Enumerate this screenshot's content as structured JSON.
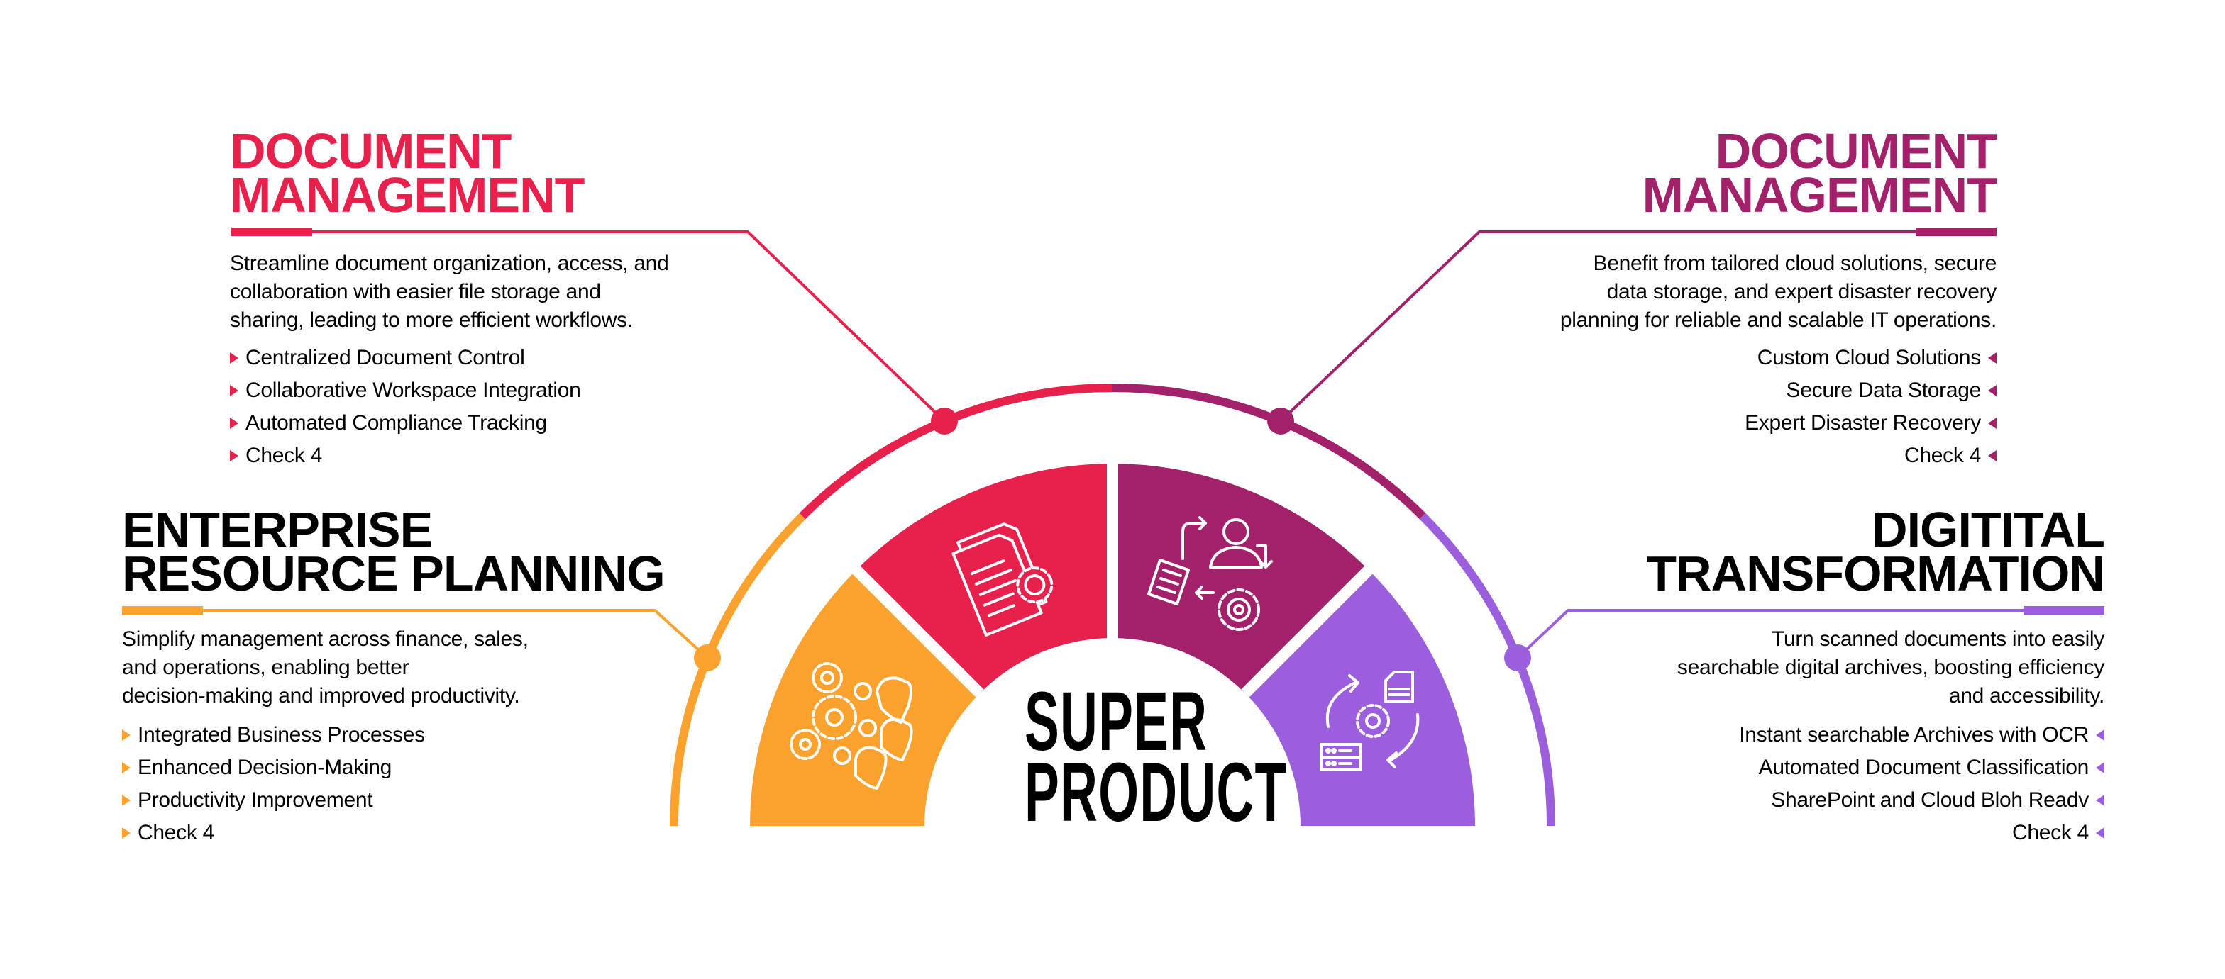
{
  "colors": {
    "orange": "#FBA12E",
    "red": "#E8204C",
    "magenta": "#A3216B",
    "purple": "#9B5FDD",
    "text": "#000000",
    "background": "#FFFFFF"
  },
  "center": {
    "line1": "SUPER",
    "line2": "PRODUCT"
  },
  "sections": {
    "document_management_left": {
      "heading_line1": "DOCUMENT",
      "heading_line2": "MANAGEMENT",
      "color": "#E8204C",
      "icon": "document-gear-icon",
      "description": [
        "Streamline document organization, access, and",
        "collaboration with easier file storage and",
        "sharing, leading to more efficient workflows."
      ],
      "items": [
        "Centralized Document Control",
        "Collaborative Workspace Integration",
        "Automated Compliance Tracking",
        "Check 4"
      ]
    },
    "document_management_right": {
      "heading_line1": "DOCUMENT",
      "heading_line2": "MANAGEMENT",
      "color": "#A3216B",
      "icon": "user-workflow-gear-icon",
      "description": [
        "Benefit from tailored cloud solutions, secure",
        "data storage, and expert disaster recovery",
        "planning for reliable and scalable IT operations."
      ],
      "items": [
        "Custom Cloud Solutions",
        "Secure Data Storage",
        "Expert Disaster Recovery",
        "Check 4"
      ]
    },
    "erp": {
      "heading_line1": "ENTERPRISE",
      "heading_line2": "RESOURCE PLANNING",
      "color": "#FBA12E",
      "icon": "gears-team-icon",
      "description": [
        "Simplify management across finance, sales,",
        "and operations, enabling better",
        "decision-making and improved productivity."
      ],
      "items": [
        "Integrated Business Processes",
        "Enhanced Decision-Making",
        "Productivity Improvement",
        "Check 4"
      ]
    },
    "digital_transformation": {
      "heading_line1": "DIGITITAL",
      "heading_line2": "TRANSFORMATION",
      "color": "#9B5FDD",
      "icon": "cycle-document-server-icon",
      "description": [
        "Turn scanned documents into easily",
        "searchable digital archives, boosting efficiency",
        "and accessibility."
      ],
      "items": [
        "Instant searchable Archives with OCR",
        "Automated Document Classification",
        "SharePoint and Cloud Bloh Readv",
        "Check 4"
      ]
    }
  }
}
